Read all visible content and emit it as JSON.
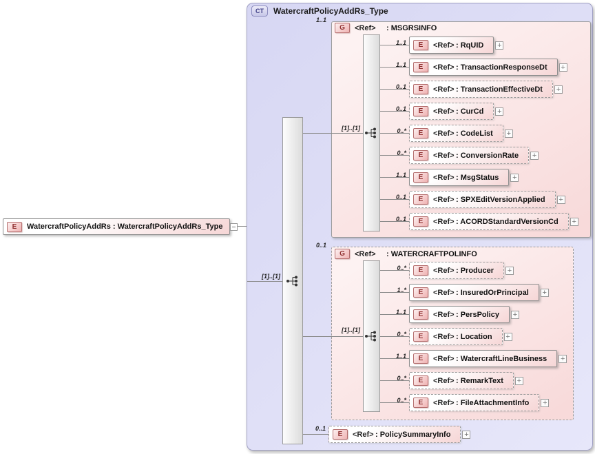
{
  "colors": {
    "ct_fill": "#dedef7",
    "ct_border": "#9f9fc2",
    "group_fill": "#f8dada",
    "element_fill": "#f6d6d6",
    "badge_red_text": "#8f2f2f",
    "ct_badge_text": "#3c3c85",
    "line": "#8a8a8a"
  },
  "outer_element": {
    "badge": "E",
    "label": "WatercraftPolicyAddRs : WatercraftPolicyAddRs_Type"
  },
  "ct": {
    "badge": "CT",
    "title": "WatercraftPolicyAddRs_Type",
    "root_sequence_cardinality": "[1]..[1]",
    "groups": [
      {
        "badge": "G",
        "ref": "<Ref>",
        "name": ": MSGRSINFO",
        "cardinality": "1..1",
        "sequence_cardinality": "[1]..[1]",
        "elements": [
          {
            "badge": "E",
            "ref": "<Ref>",
            "name": ": RqUID",
            "cardinality": "1..1",
            "expand": "+"
          },
          {
            "badge": "E",
            "ref": "<Ref>",
            "name": ": TransactionResponseDt",
            "cardinality": "1..1",
            "expand": "+"
          },
          {
            "badge": "E",
            "ref": "<Ref>",
            "name": ": TransactionEffectiveDt",
            "cardinality": "0..1",
            "expand": "+"
          },
          {
            "badge": "E",
            "ref": "<Ref>",
            "name": ": CurCd",
            "cardinality": "0..1",
            "expand": "+"
          },
          {
            "badge": "E",
            "ref": "<Ref>",
            "name": ": CodeList",
            "cardinality": "0..*",
            "expand": "+"
          },
          {
            "badge": "E",
            "ref": "<Ref>",
            "name": ": ConversionRate",
            "cardinality": "0..*",
            "expand": "+"
          },
          {
            "badge": "E",
            "ref": "<Ref>",
            "name": ": MsgStatus",
            "cardinality": "1..1",
            "expand": "+"
          },
          {
            "badge": "E",
            "ref": "<Ref>",
            "name": ": SPXEditVersionApplied",
            "cardinality": "0..1",
            "expand": "+"
          },
          {
            "badge": "E",
            "ref": "<Ref>",
            "name": ": ACORDStandardVersionCd",
            "cardinality": "0..1",
            "expand": "+"
          }
        ]
      },
      {
        "badge": "G",
        "ref": "<Ref>",
        "name": ": WATERCRAFTPOLINFO",
        "cardinality": "0..1",
        "sequence_cardinality": "[1]..[1]",
        "elements": [
          {
            "badge": "E",
            "ref": "<Ref>",
            "name": ": Producer",
            "cardinality": "0..*",
            "expand": "+"
          },
          {
            "badge": "E",
            "ref": "<Ref>",
            "name": ": InsuredOrPrincipal",
            "cardinality": "1..*",
            "expand": "+"
          },
          {
            "badge": "E",
            "ref": "<Ref>",
            "name": ": PersPolicy",
            "cardinality": "1..1",
            "expand": "+"
          },
          {
            "badge": "E",
            "ref": "<Ref>",
            "name": ": Location",
            "cardinality": "0..*",
            "expand": "+"
          },
          {
            "badge": "E",
            "ref": "<Ref>",
            "name": ": WatercraftLineBusiness",
            "cardinality": "1..1",
            "expand": "+"
          },
          {
            "badge": "E",
            "ref": "<Ref>",
            "name": ": RemarkText",
            "cardinality": "0..*",
            "expand": "+"
          },
          {
            "badge": "E",
            "ref": "<Ref>",
            "name": ": FileAttachmentInfo",
            "cardinality": "0..*",
            "expand": "+"
          }
        ]
      }
    ],
    "footer_element": {
      "badge": "E",
      "ref": "<Ref>",
      "name": ": PolicySummaryInfo",
      "cardinality": "0..1",
      "expand": "+"
    }
  }
}
